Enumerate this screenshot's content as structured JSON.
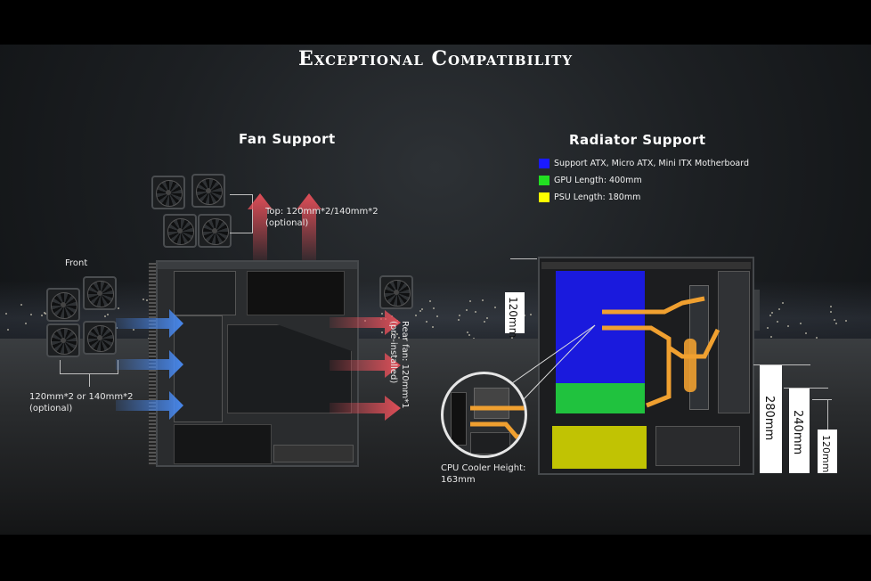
{
  "title": "Exceptional Compatibility",
  "fan_support": {
    "heading": "Fan Support",
    "front_label": "Front",
    "front_note_line1": "120mm*2 or 140mm*2",
    "front_note_line2": "(optional)",
    "top_note_line1": "Top: 120mm*2/140mm*2",
    "top_note_line2": "(optional)",
    "rear_note_line1": "Rear fan: 120mm*1",
    "rear_note_line2": "(pre-installed)"
  },
  "radiator_support": {
    "heading": "Radiator Support",
    "legend": [
      {
        "label": "Support ATX, Micro ATX, Mini ITX Motherboard",
        "color": "#1a1aff"
      },
      {
        "label": "GPU Length: 400mm",
        "color": "#22e022"
      },
      {
        "label": "PSU Length: 180mm",
        "color": "#ffff00"
      }
    ],
    "top_radiator": "120mm",
    "front_radiators": [
      "280mm",
      "240mm",
      "120mm"
    ],
    "cpu_cooler_line1": "CPU Cooler Height:",
    "cpu_cooler_line2": "163mm"
  },
  "colors": {
    "arrow_red": "#e8505a",
    "arrow_blue": "#4a8cf5"
  }
}
